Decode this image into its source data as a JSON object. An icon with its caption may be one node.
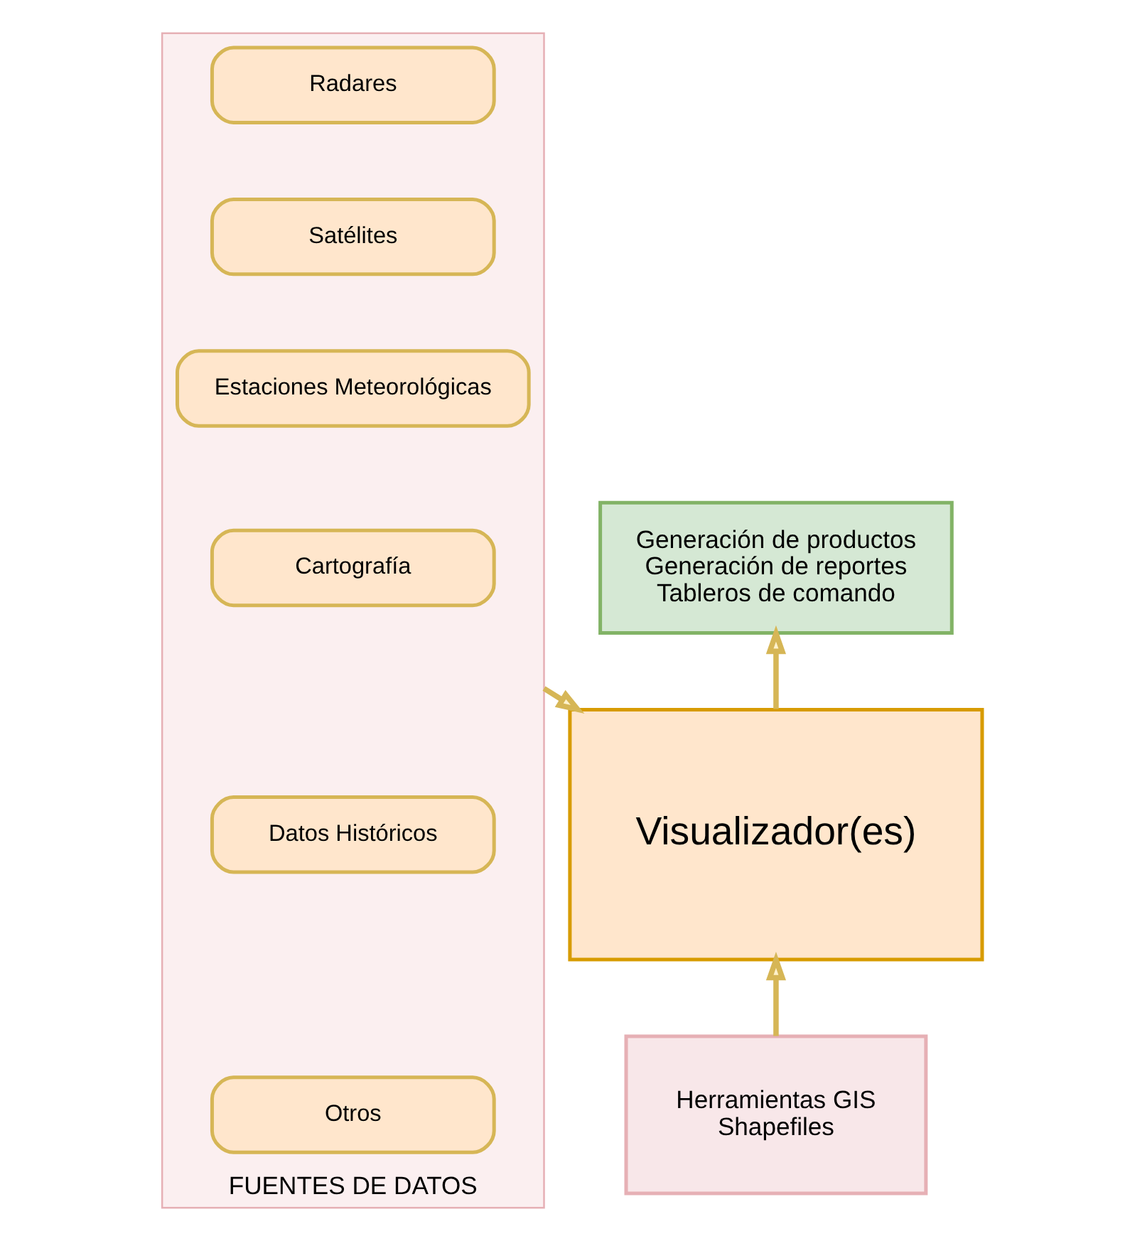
{
  "diagram": {
    "nodes": [
      {
        "text": [
          "Generación de productos",
          "Generación de reportes",
          "Tableros de comando"
        ]
      },
      {
        "text": [
          "Visualizador(es)"
        ]
      },
      {
        "text": [
          "Herramientas GIS",
          "Shapefiles"
        ]
      },
      {
        "text": [
          "FUENTES DE DATOS"
        ]
      },
      {
        "text": [
          "Radares"
        ],
        "in": 3
      },
      {
        "text": [
          "Satélites"
        ],
        "in": 3
      },
      {
        "text": [
          "Estaciones Meteorológicas"
        ],
        "in": 3
      },
      {
        "text": [
          "Cartografía"
        ],
        "in": 3
      },
      {
        "text": [
          "Datos Históricos"
        ],
        "in": 3
      },
      {
        "text": [
          "Otros"
        ],
        "in": 3
      }
    ],
    "edges": [
      {
        "from": 1,
        "to": 0,
        "arrow": "to"
      },
      {
        "from": 2,
        "to": 1,
        "arrow": "to"
      },
      {
        "from": 3,
        "to": 1,
        "arrow": "to"
      }
    ]
  }
}
